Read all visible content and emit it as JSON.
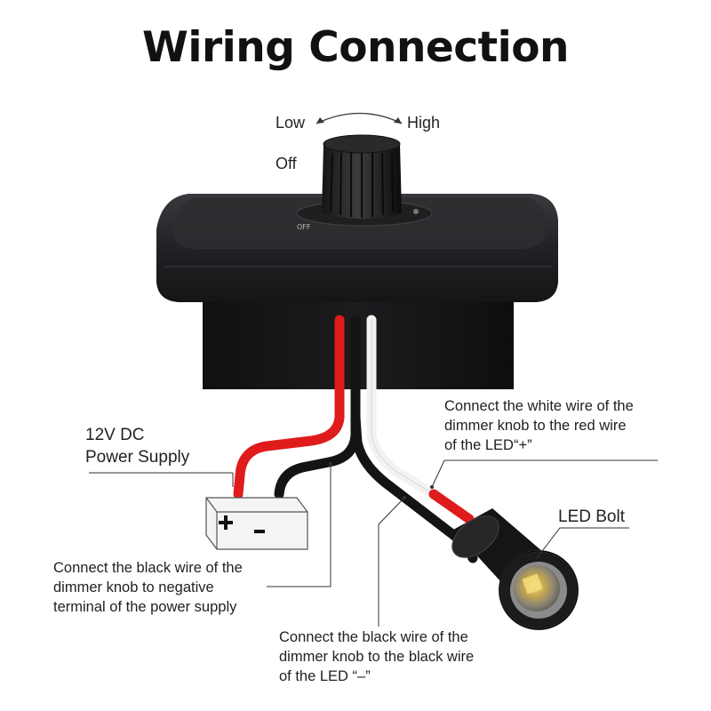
{
  "title": "Wiring Connection",
  "knob": {
    "low_label": "Low",
    "high_label": "High",
    "off_label": "Off",
    "dial_marking": "OFF"
  },
  "power_supply": {
    "label_line1": "12V DC",
    "label_line2": "Power Supply",
    "plus_symbol": "+",
    "minus_symbol": "−"
  },
  "led": {
    "label": "LED Bolt"
  },
  "notes": {
    "white_wire": [
      "Connect the white wire of the",
      "dimmer knob to the red wire",
      "of the LED“+”"
    ],
    "black_to_supply": [
      "Connect the black wire of the",
      "dimmer knob to negative",
      "terminal of the power supply"
    ],
    "black_to_led": [
      "Connect the black wire of the",
      "dimmer knob to the black wire",
      "of the LED “–”"
    ]
  },
  "colors": {
    "wire_red": "#e01b1b",
    "wire_white": "#f2f2f2",
    "wire_black": "#141414",
    "housing": "#1c1c1e"
  }
}
